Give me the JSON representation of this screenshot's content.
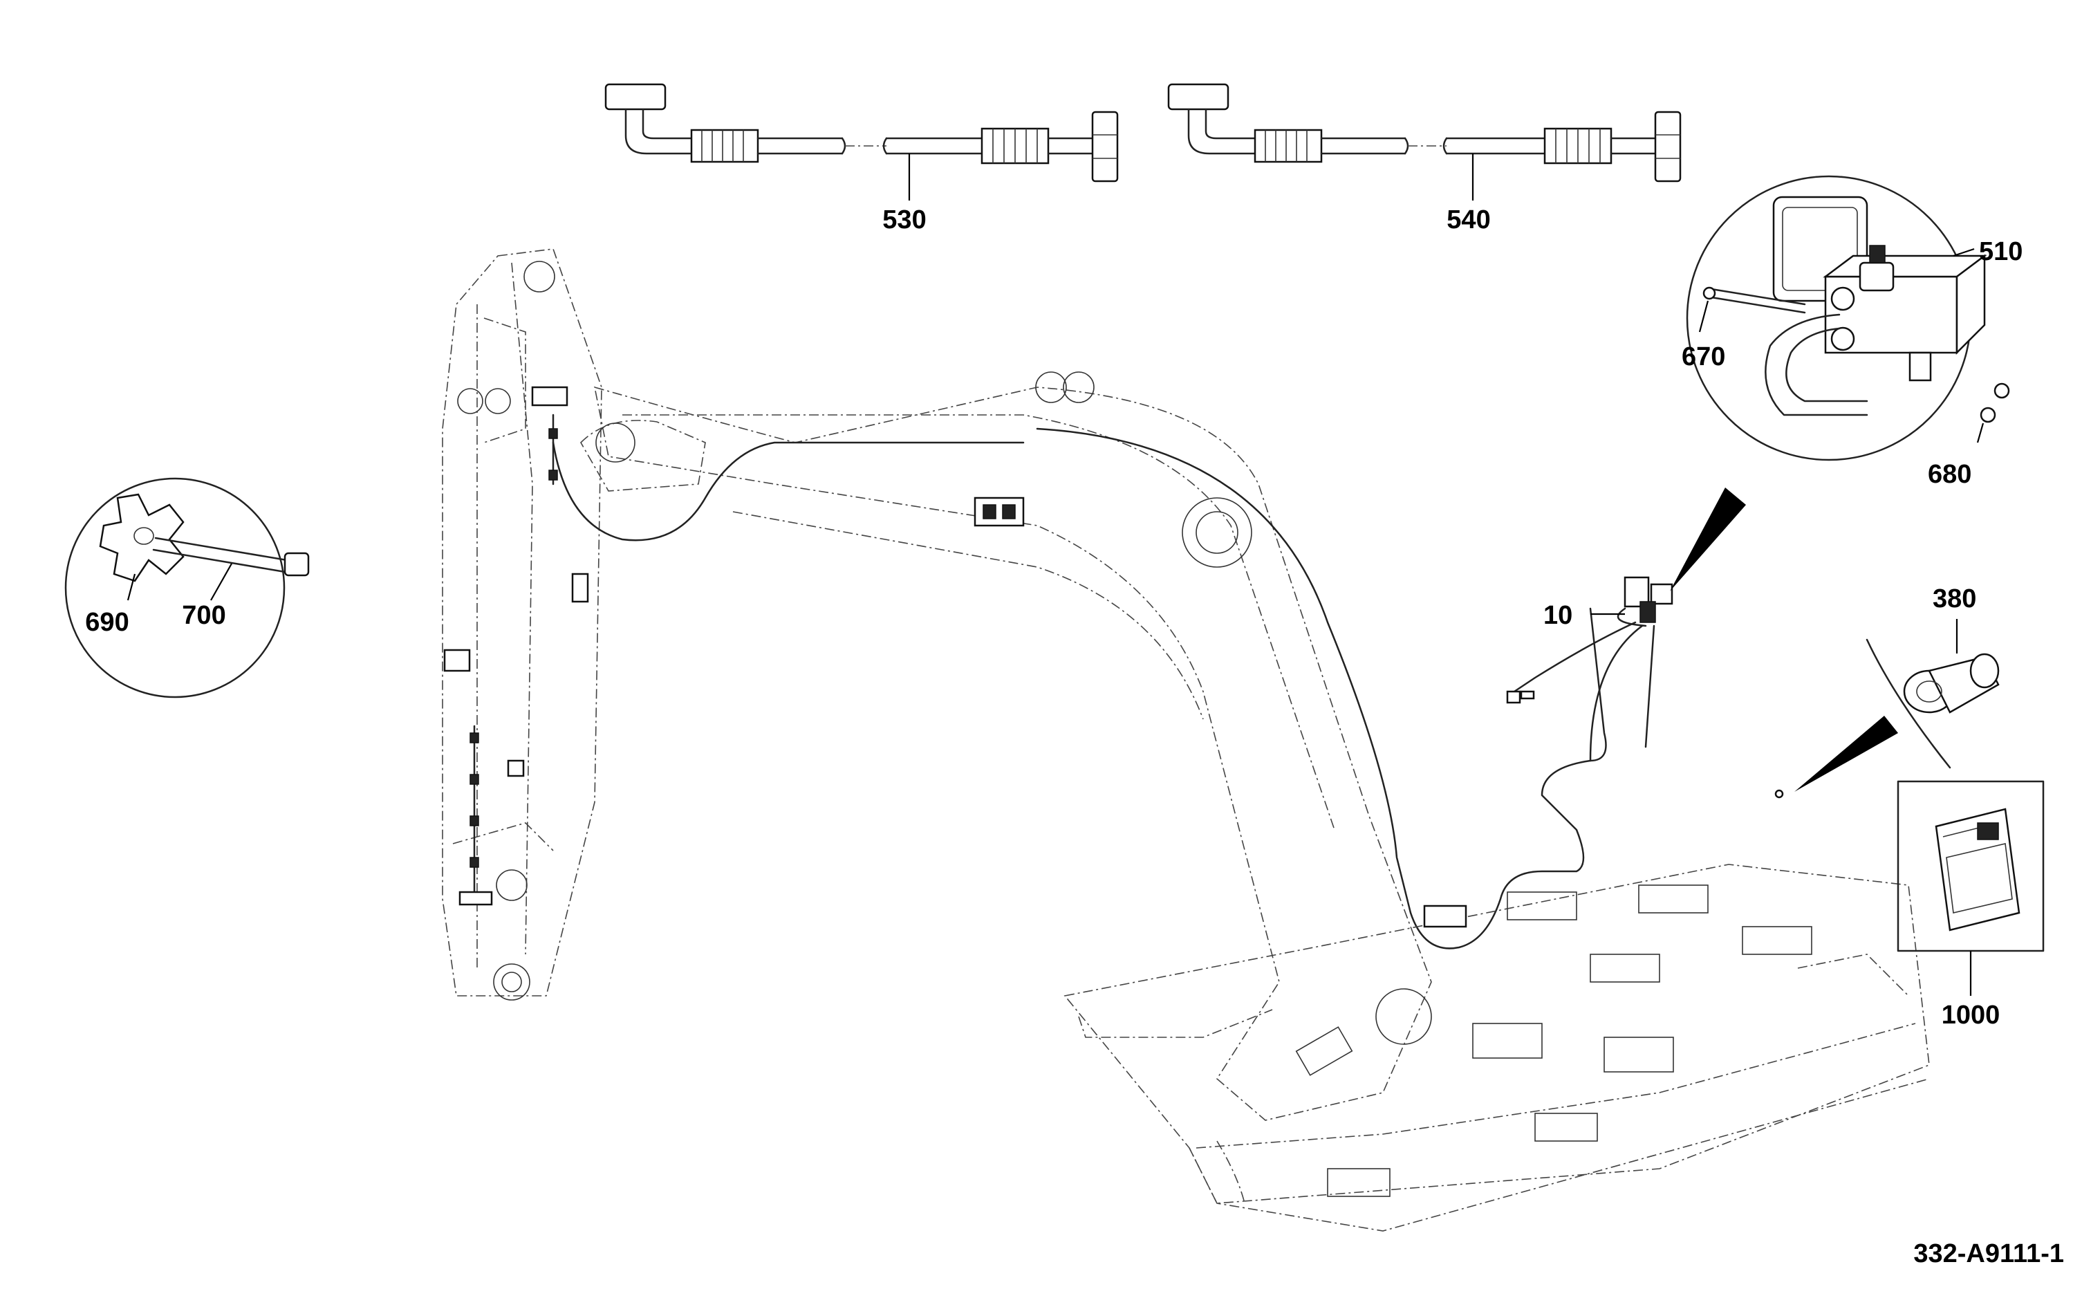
{
  "callouts": [
    {
      "id": "530",
      "text": "530"
    },
    {
      "id": "540",
      "text": "540"
    },
    {
      "id": "510",
      "text": "510"
    },
    {
      "id": "670",
      "text": "670"
    },
    {
      "id": "680",
      "text": "680"
    },
    {
      "id": "10",
      "text": "10"
    },
    {
      "id": "380",
      "text": "380"
    },
    {
      "id": "690",
      "text": "690"
    },
    {
      "id": "700",
      "text": "700"
    },
    {
      "id": "1000",
      "text": "1000"
    }
  ],
  "drawing_number": "332-A9111-1",
  "icons": [
    "hose-assembly-icon",
    "valve-block-icon",
    "adapter-fitting-icon",
    "manual-book-icon",
    "star-knob-bolt-icon",
    "excavator-boom-frame-icon"
  ]
}
